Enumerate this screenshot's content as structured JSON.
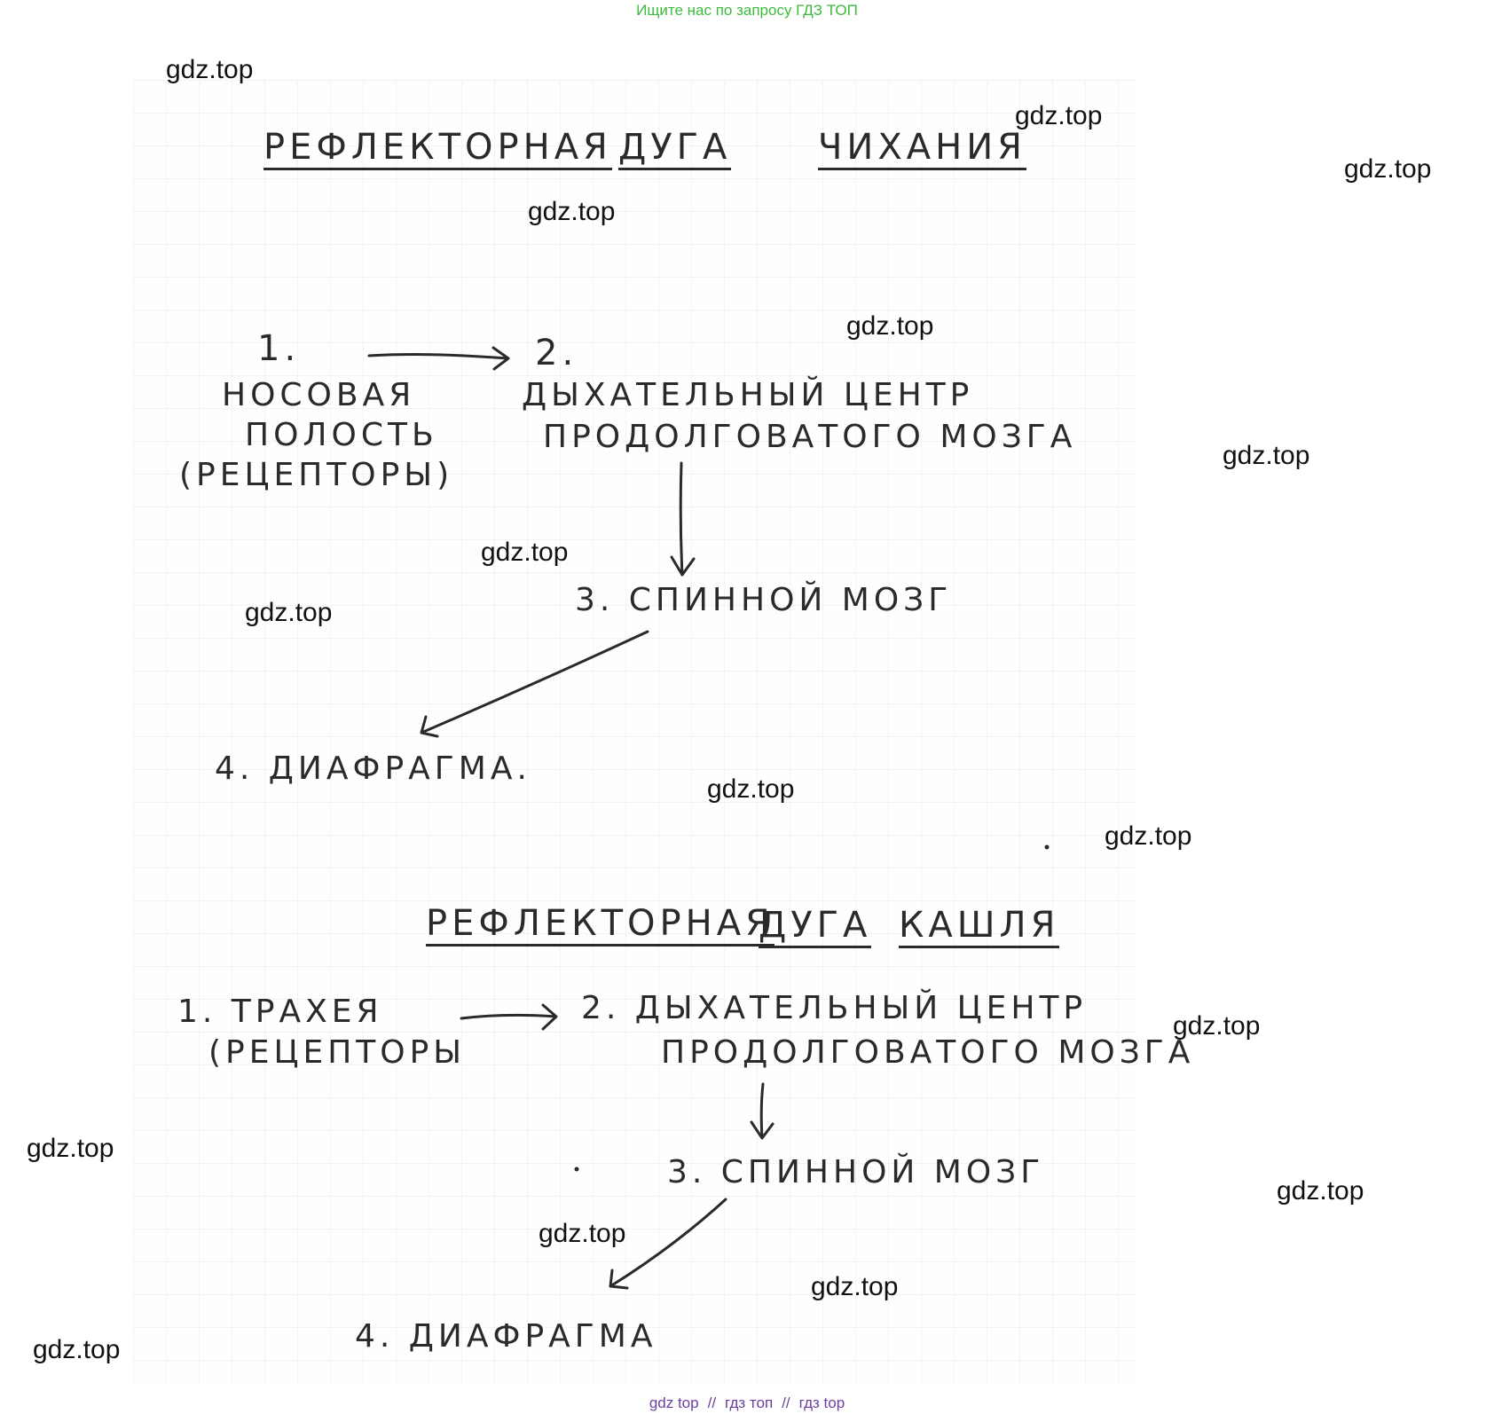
{
  "banner": "Ищите нас по запросу ГДЗ ТОП",
  "watermark": "gdz.top",
  "diagram1": {
    "title_word1": "РЕФЛЕКТОРНАЯ",
    "title_word2": "ДУГА",
    "title_word3": "ЧИХАНИЯ",
    "step1_num": "1.",
    "step1_line1": "НОСОВАЯ",
    "step1_line2": "ПОЛОСТЬ",
    "step1_line3": "(РЕЦЕПТОРЫ)",
    "step2_num": "2.",
    "step2_line1": "ДЫХАТЕЛЬНЫЙ ЦЕНТР",
    "step2_line2": "ПРОДОЛГОВАТОГО МОЗГА",
    "step3": "3. СПИННОЙ МОЗГ",
    "step4": "4. ДИАФРАГМА."
  },
  "diagram2": {
    "title_word1": "РЕФЛЕКТОРНАЯ",
    "title_word2": "ДУГА",
    "title_word3": "КАШЛЯ",
    "step1_line1": "1. ТРАХЕЯ",
    "step1_line2": "(РЕЦЕПТОРЫ",
    "step2_line1": "2. ДЫХАТЕЛЬНЫЙ ЦЕНТР",
    "step2_line2": "ПРОДОЛГОВАТОГО МОЗГА",
    "step3": "3. СПИННОЙ МОЗГ",
    "step4": "4. ДИАФРАГМА"
  },
  "footer": {
    "link1": "gdz top",
    "sep1": "//",
    "link2": "гдз топ",
    "sep2": "//",
    "link3": "гдз top"
  }
}
